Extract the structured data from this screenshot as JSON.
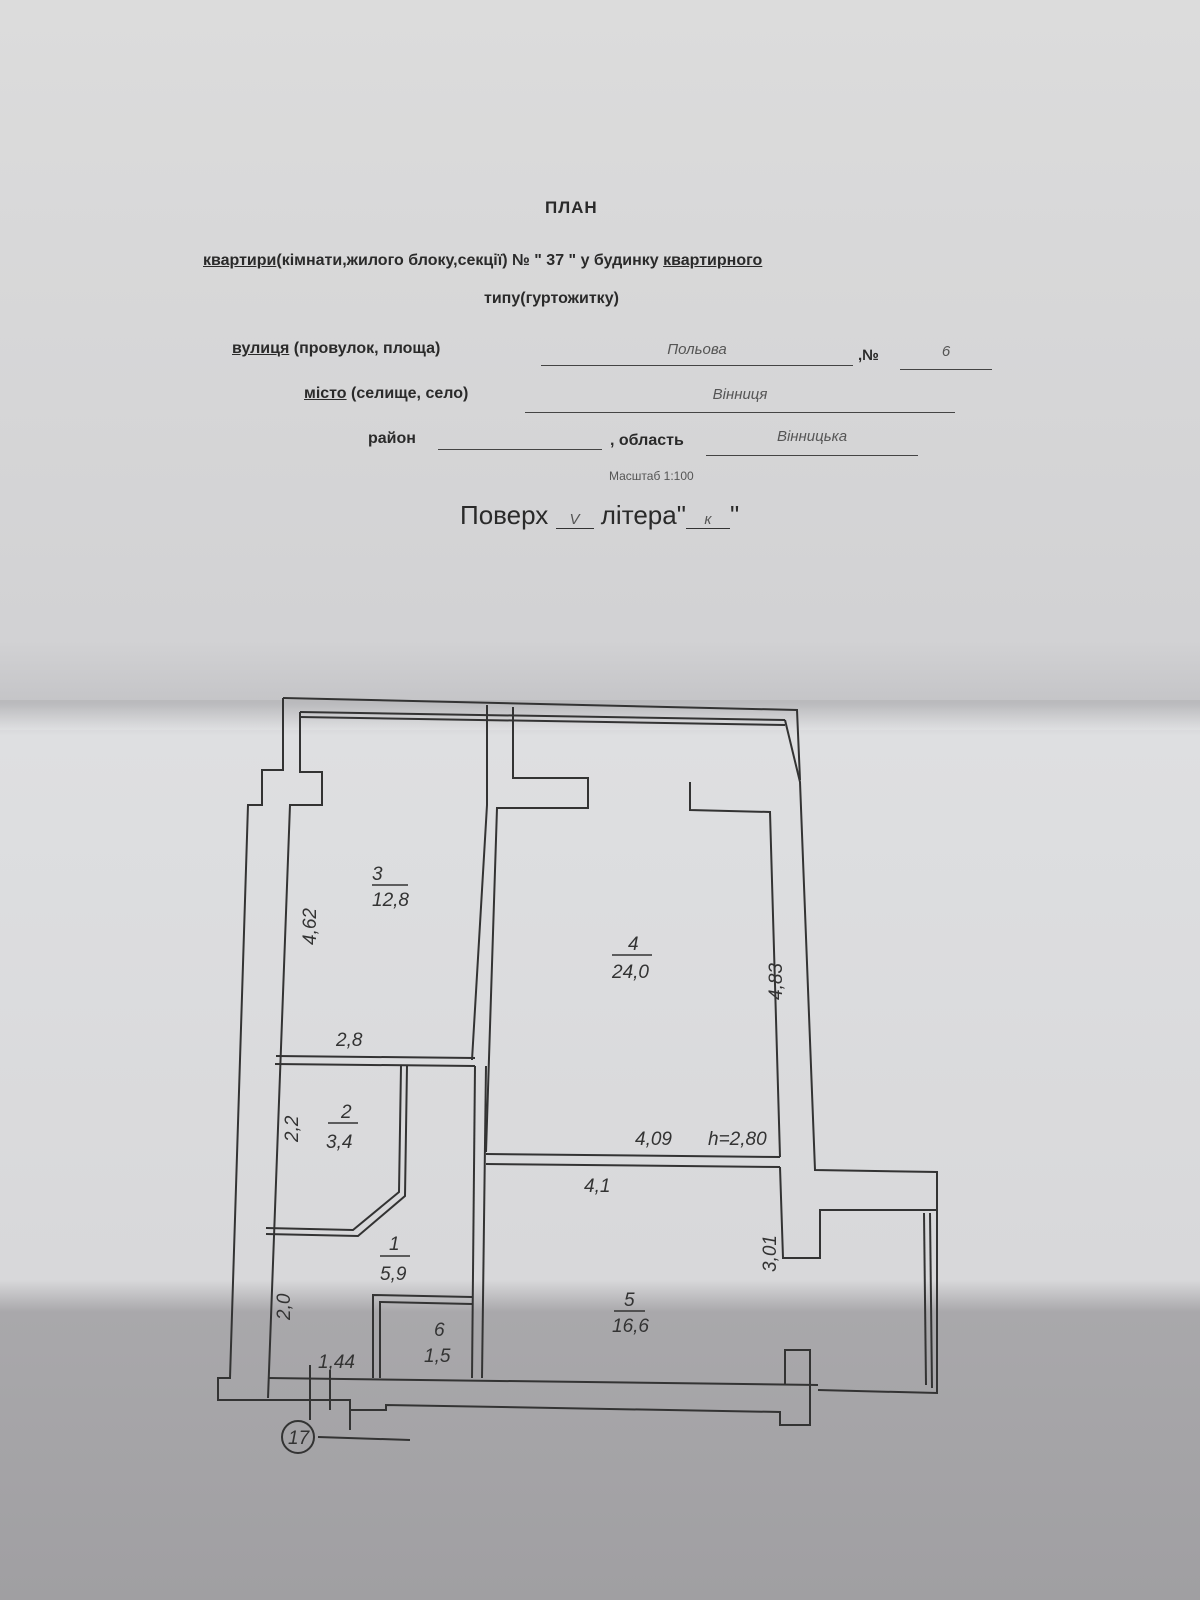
{
  "header": {
    "title": "ПЛАН",
    "line1_prefix": "квартири",
    "line1_middle": "(кімнати,жилого блоку,секції) № \"",
    "apartment_number": "37",
    "line1_after": "\" у будинку",
    "line1_type": "квартирного",
    "line2": "типу(гуртожитку)",
    "street_label_u": "вулиця",
    "street_label": "(провулок, площа)",
    "street_value": "Польова",
    "number_label": ",№",
    "number_value": "6",
    "city_label_u": "місто",
    "city_label": "(селище, село)",
    "city_value": "Вінниця",
    "district_label": "район",
    "district_value": "",
    "region_label": ", область",
    "region_value": "Вінницька",
    "scale": "Масштаб 1:100",
    "floor_label": "Поверх",
    "floor_value": "V",
    "letter_label": "літера\"",
    "letter_value": "к",
    "letter_close": "\""
  },
  "plan": {
    "rooms": [
      {
        "number": "1",
        "area": "5,9"
      },
      {
        "number": "2",
        "area": "3,4"
      },
      {
        "number": "3",
        "area": "12,8"
      },
      {
        "number": "4",
        "area": "24,0"
      },
      {
        "number": "5",
        "area": "16,6"
      },
      {
        "number": "6",
        "area": "1,5"
      }
    ],
    "dimensions": {
      "room3_height": "4,62",
      "room3_width": "2,8",
      "room4_height": "4,83",
      "room4_width": "4,09",
      "ceiling_height": "h=2,80",
      "room2_height": "2,2",
      "room5_width": "4,1",
      "room5_height": "3,01",
      "room1_height": "2,0",
      "entry_width": "1,44"
    },
    "axis_label": "17"
  }
}
